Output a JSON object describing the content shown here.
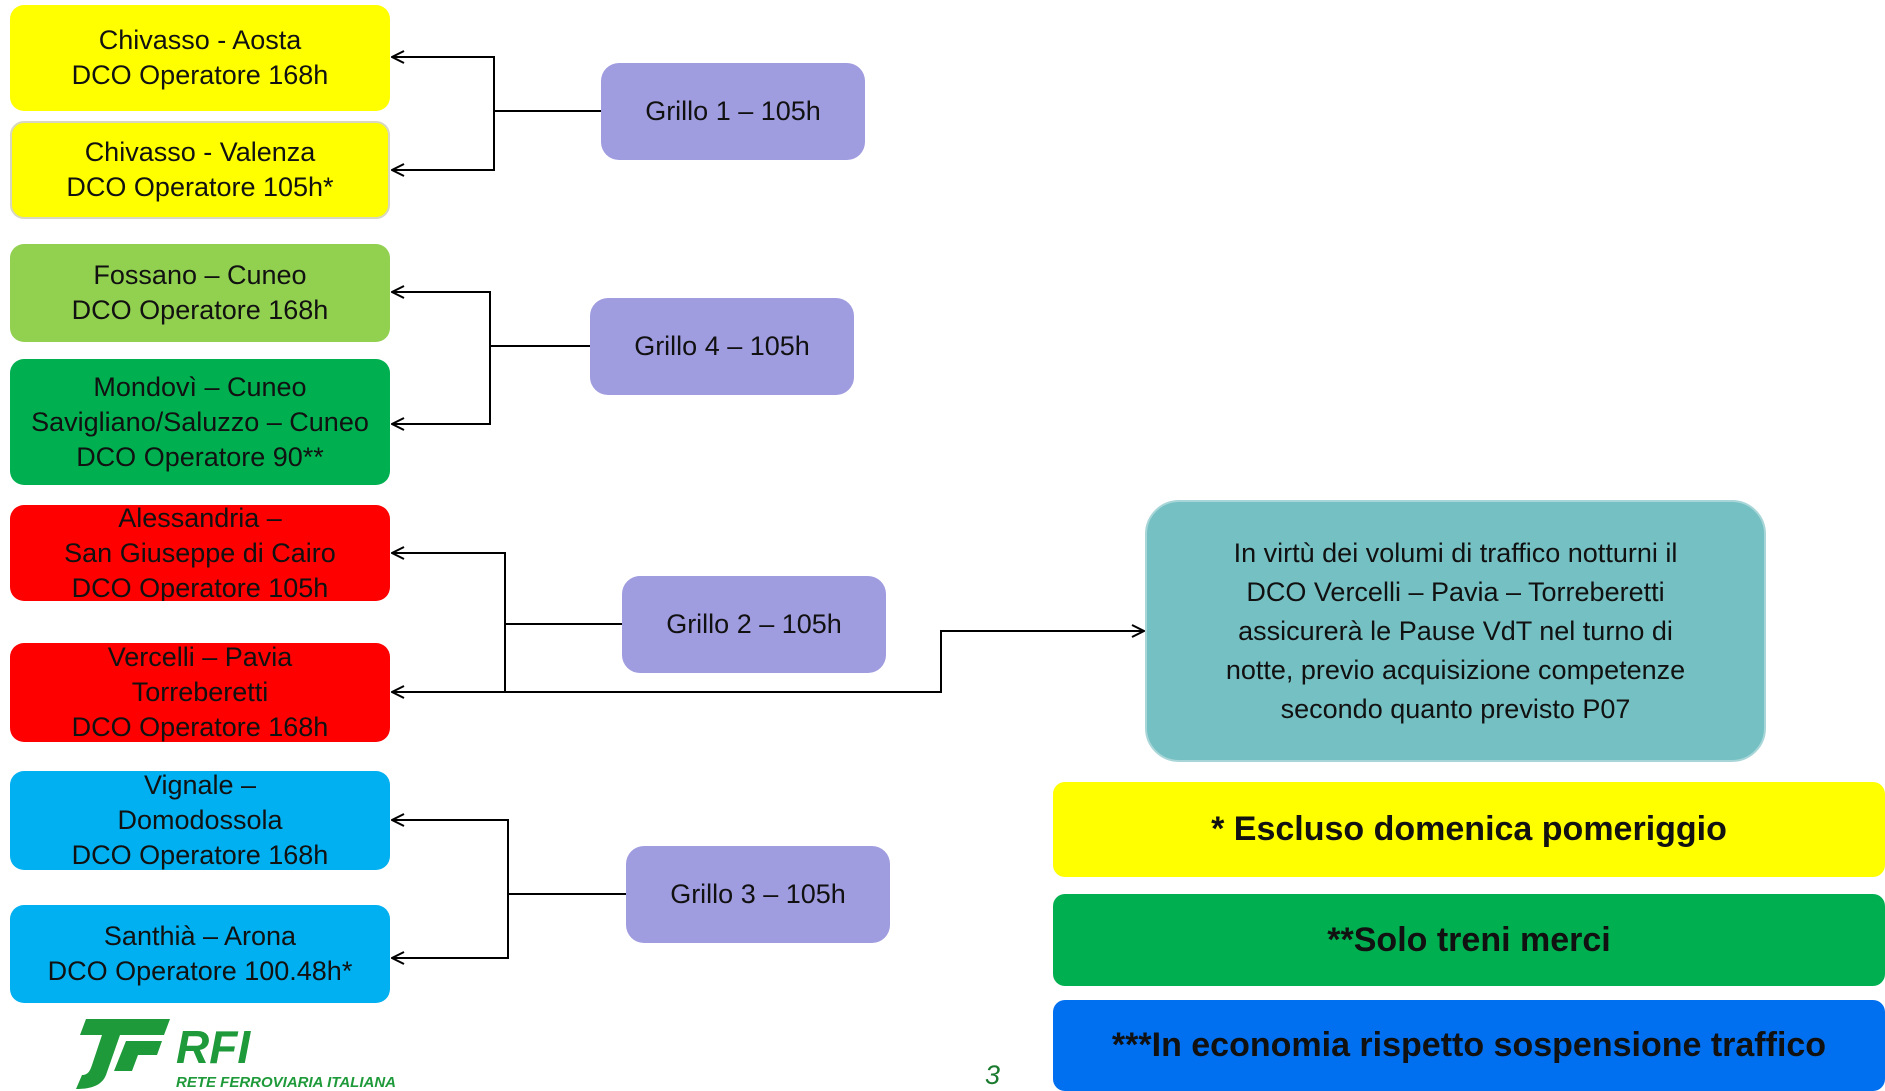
{
  "line_boxes": [
    {
      "lines": [
        "Chivasso -  Aosta",
        "DCO Operatore 168h"
      ],
      "color": "#ffff00"
    },
    {
      "lines": [
        "Chivasso -  Valenza",
        "DCO Operatore 105h*"
      ],
      "color": "#ffff00"
    },
    {
      "lines": [
        "Fossano – Cuneo",
        "DCO Operatore 168h"
      ],
      "color": "#92d050"
    },
    {
      "lines": [
        "Mondovì – Cuneo",
        "Savigliano/Saluzzo – Cuneo",
        "DCO Operatore 90**"
      ],
      "color": "#00b050"
    },
    {
      "lines": [
        "Alessandria –",
        "San Giuseppe di Cairo",
        "DCO Operatore 105h"
      ],
      "color": "#ff0000"
    },
    {
      "lines": [
        "Vercelli – Pavia",
        "Torreberetti",
        "DCO Operatore 168h"
      ],
      "color": "#ff0000"
    },
    {
      "lines": [
        "Vignale –",
        "Domodossola",
        "DCO Operatore 168h"
      ],
      "color": "#00b0f0"
    },
    {
      "lines": [
        "Santhià – Arona",
        "DCO Operatore 100.48h*"
      ],
      "color": "#00b0f0"
    }
  ],
  "grillo_boxes": [
    {
      "label": "Grillo 1 – 105h"
    },
    {
      "label": "Grillo 4 – 105h"
    },
    {
      "label": "Grillo 2 – 105h"
    },
    {
      "label": "Grillo 3 – 105h"
    }
  ],
  "note": {
    "lines": [
      "In virtù dei volumi di traffico notturni il",
      "DCO Vercelli – Pavia – Torreberetti",
      "assicurerà le Pause VdT nel turno di",
      "notte, previo acquisizione competenze",
      "secondo quanto previsto P07"
    ]
  },
  "legend": [
    {
      "text": "* Escluso domenica pomeriggio",
      "color": "#ffff00"
    },
    {
      "text": "**Solo treni merci",
      "color": "#00b050"
    },
    {
      "text": "***In economia rispetto sospensione traffico",
      "color": "#0070f0"
    }
  ],
  "page_number": "3",
  "logo": {
    "brand": "RFI",
    "subtitle": "RETE FERROVIARIA ITALIANA",
    "color": "#1f9a3a"
  }
}
